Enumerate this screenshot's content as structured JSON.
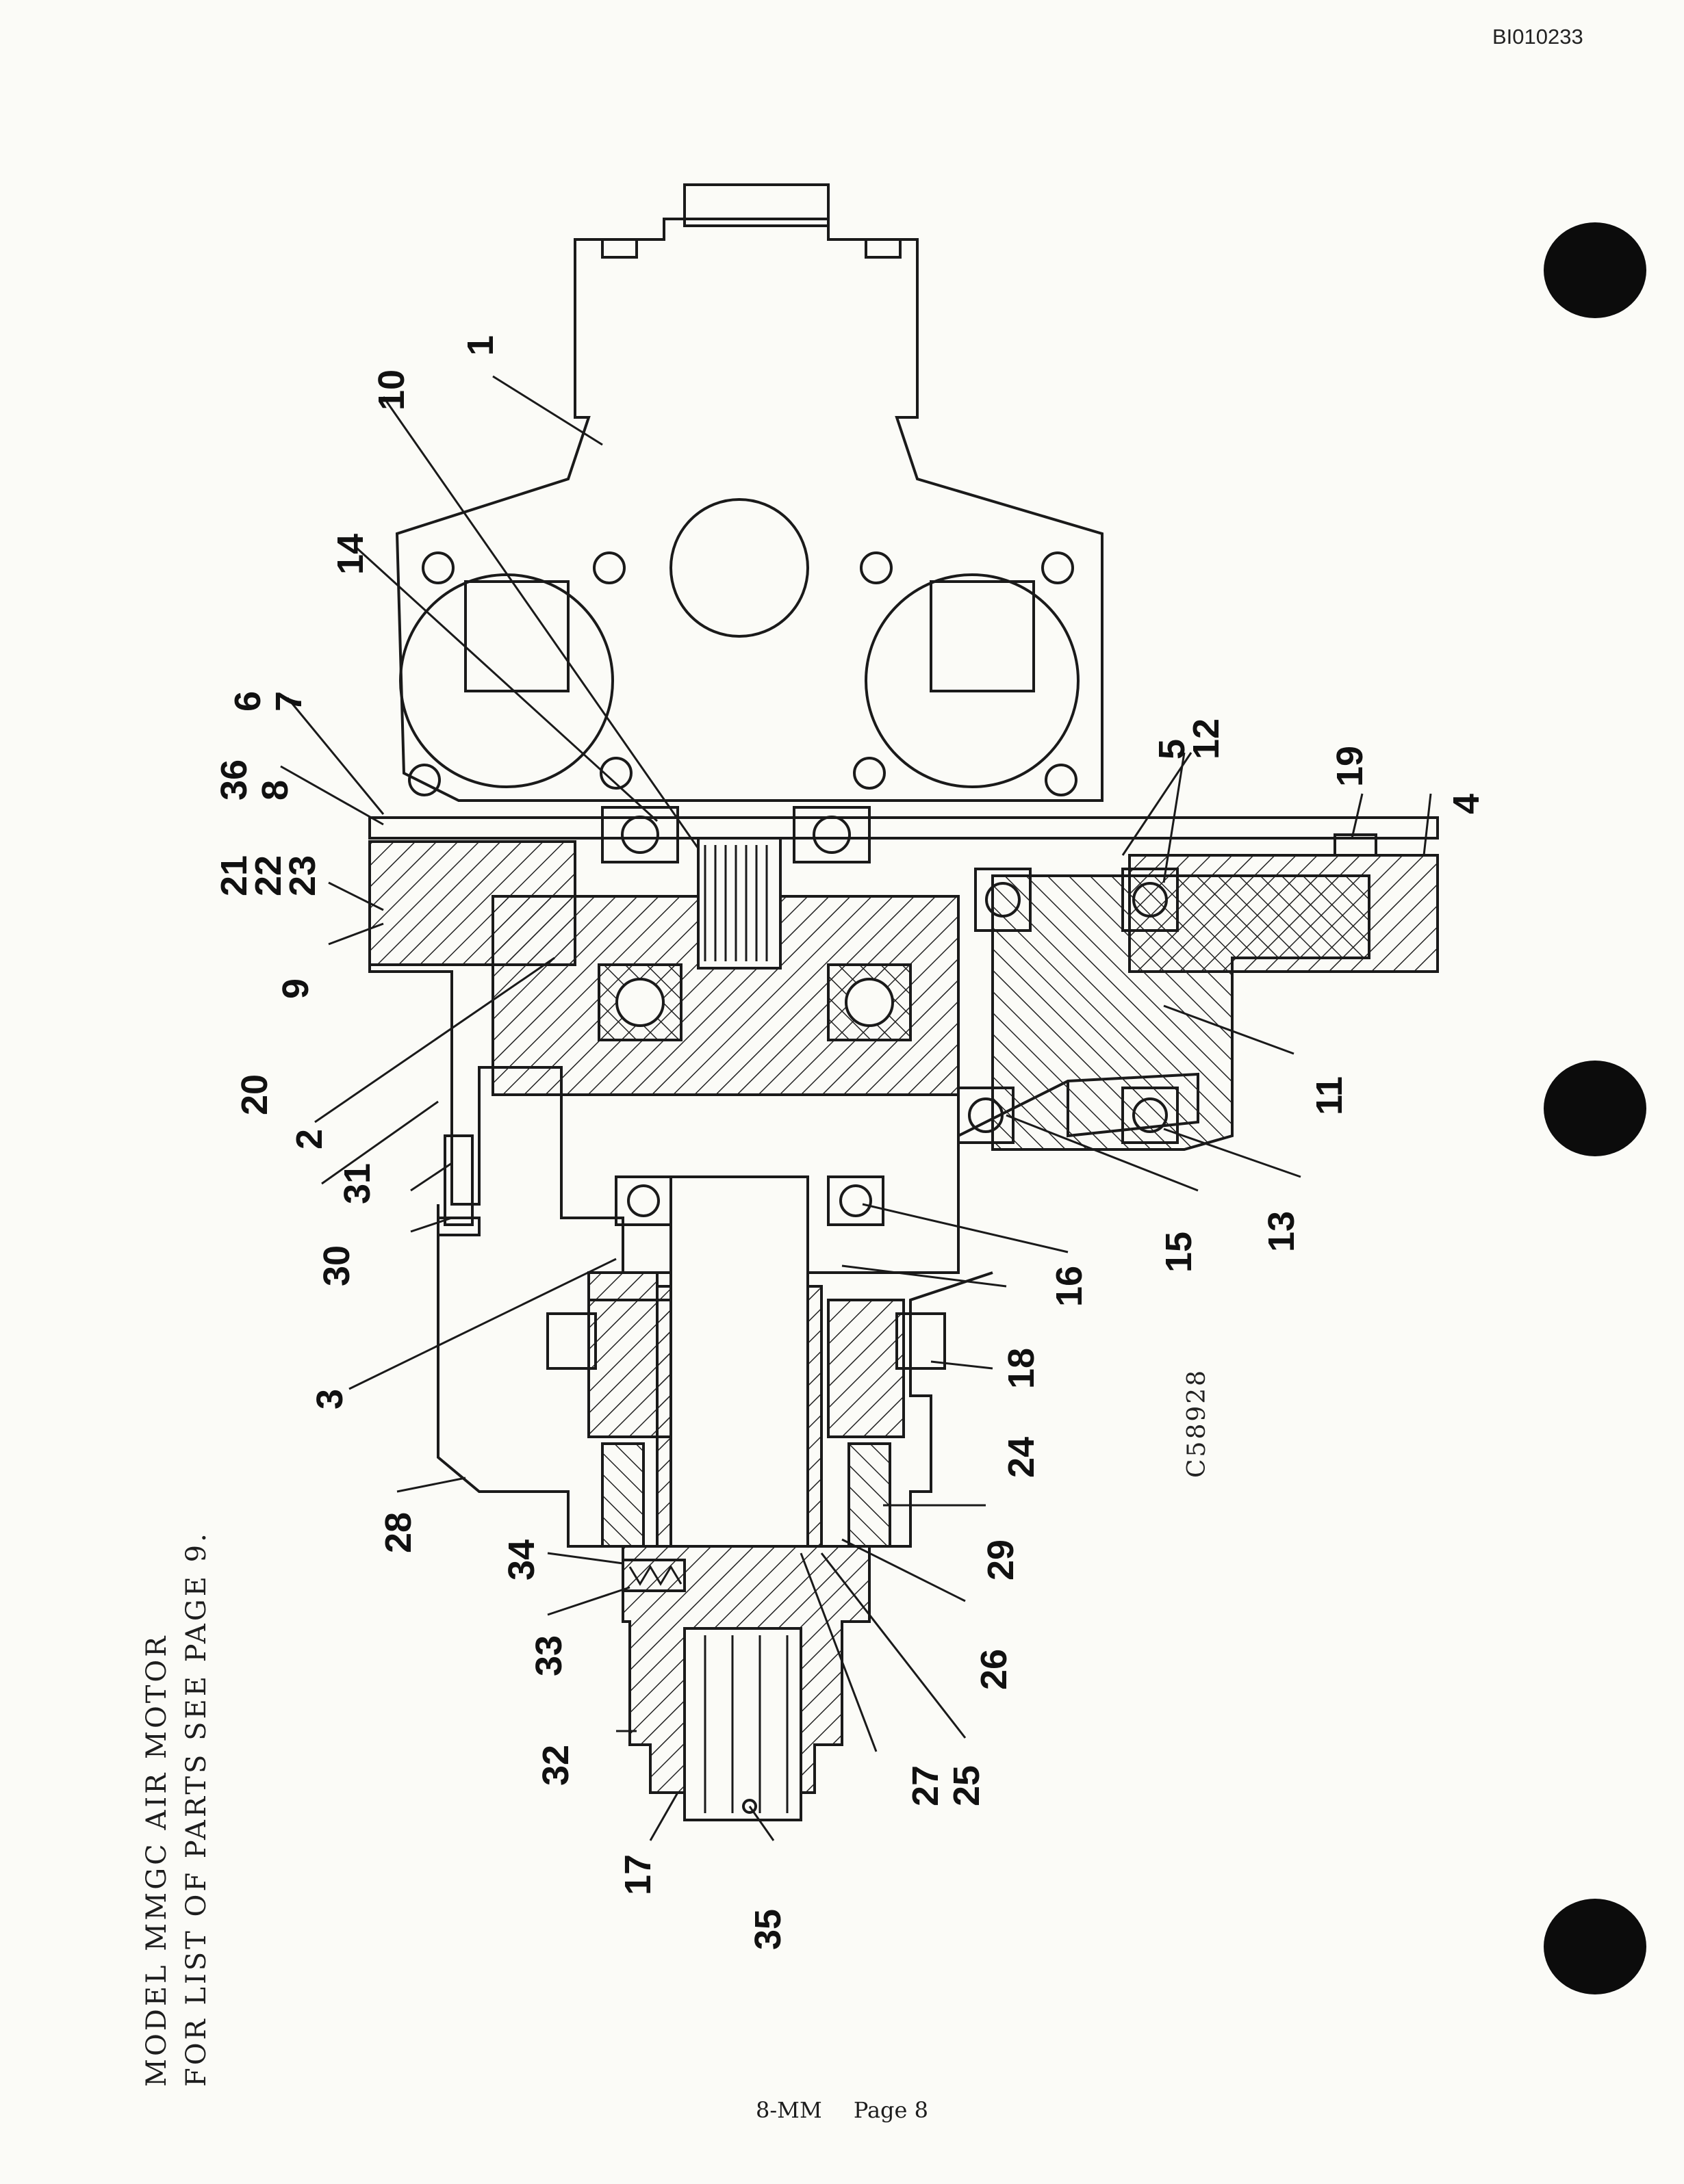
{
  "page_id": "BI010233",
  "caption": {
    "line1": "MODEL MMGC AIR MOTOR",
    "line2": "FOR LIST OF PARTS SEE PAGE 9."
  },
  "drawing_number": "C58928",
  "footer": {
    "doc": "8-MM",
    "page": "Page 8"
  },
  "callouts": [
    {
      "id": "1",
      "label": "1"
    },
    {
      "id": "2",
      "label": "2"
    },
    {
      "id": "3",
      "label": "3"
    },
    {
      "id": "4",
      "label": "4"
    },
    {
      "id": "5",
      "label": "5"
    },
    {
      "id": "6",
      "label": "6"
    },
    {
      "id": "7",
      "label": "7"
    },
    {
      "id": "8",
      "label": "8"
    },
    {
      "id": "9",
      "label": "9"
    },
    {
      "id": "10",
      "label": "10"
    },
    {
      "id": "11",
      "label": "11"
    },
    {
      "id": "12",
      "label": "12"
    },
    {
      "id": "13",
      "label": "13"
    },
    {
      "id": "14",
      "label": "14"
    },
    {
      "id": "15",
      "label": "15"
    },
    {
      "id": "16",
      "label": "16"
    },
    {
      "id": "17",
      "label": "17"
    },
    {
      "id": "18",
      "label": "18"
    },
    {
      "id": "19",
      "label": "19"
    },
    {
      "id": "20",
      "label": "20"
    },
    {
      "id": "21",
      "label": "21"
    },
    {
      "id": "22",
      "label": "22"
    },
    {
      "id": "23",
      "label": "23"
    },
    {
      "id": "24",
      "label": "24"
    },
    {
      "id": "25",
      "label": "25"
    },
    {
      "id": "26",
      "label": "26"
    },
    {
      "id": "27",
      "label": "27"
    },
    {
      "id": "28",
      "label": "28"
    },
    {
      "id": "29",
      "label": "29"
    },
    {
      "id": "30",
      "label": "30"
    },
    {
      "id": "31",
      "label": "31"
    },
    {
      "id": "32",
      "label": "32"
    },
    {
      "id": "33",
      "label": "33"
    },
    {
      "id": "34",
      "label": "34"
    },
    {
      "id": "35",
      "label": "35"
    },
    {
      "id": "36",
      "label": "36"
    }
  ]
}
